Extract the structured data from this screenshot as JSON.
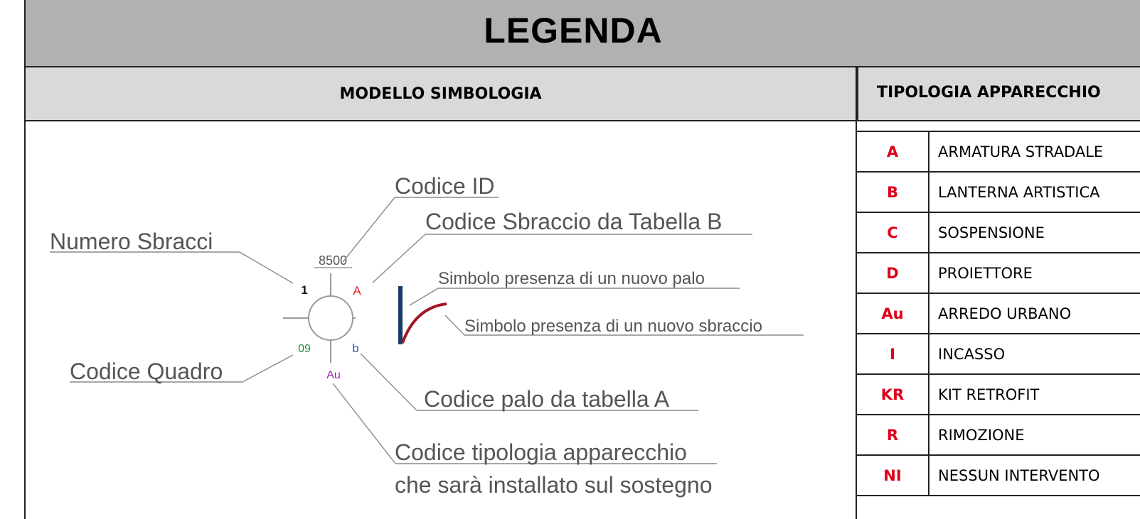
{
  "title": "LEGENDA",
  "headers": {
    "left": "MODELLO SIMBOLOGIA",
    "right": "TIPOLOGIA APPARECCHIO"
  },
  "diagram": {
    "symbol": {
      "top_value": "8500",
      "top_left_value": "1",
      "top_right_value": "A",
      "bottom_left_value": "09",
      "bottom_right_value": "b",
      "bottom_value": "Au"
    },
    "labels": {
      "codice_id": "Codice ID",
      "codice_sbraccio": "Codice Sbraccio da Tabella B",
      "numero_sbracci": "Numero Sbracci",
      "simbolo_palo": "Simbolo presenza di un nuovo palo",
      "simbolo_sbraccio": "Simbolo presenza di un nuovo sbraccio",
      "codice_quadro": "Codice Quadro",
      "codice_palo": "Codice palo da tabella A",
      "codice_tipologia_line1": "Codice tipologia apparecchio",
      "codice_tipologia_line2": "che sarà installato sul sostegno"
    },
    "colors": {
      "top_right": "#e81c1c",
      "bottom_left": "#1f8a3c",
      "bottom_right": "#1f5fb0",
      "bottom": "#9b1fae",
      "pole": "#163d63",
      "arm": "#a31621",
      "leader": "#8a8a8a",
      "label_text": "#555555"
    }
  },
  "apparecchi": [
    {
      "code": "A",
      "label": "ARMATURA STRADALE"
    },
    {
      "code": "B",
      "label": "LANTERNA ARTISTICA"
    },
    {
      "code": "C",
      "label": "SOSPENSIONE"
    },
    {
      "code": "D",
      "label": "PROIETTORE"
    },
    {
      "code": "Au",
      "label": "ARREDO URBANO"
    },
    {
      "code": "I",
      "label": "INCASSO"
    },
    {
      "code": "KR",
      "label": "KIT RETROFIT"
    },
    {
      "code": "R",
      "label": "RIMOZIONE"
    },
    {
      "code": "NI",
      "label": "NESSUN INTERVENTO"
    }
  ]
}
